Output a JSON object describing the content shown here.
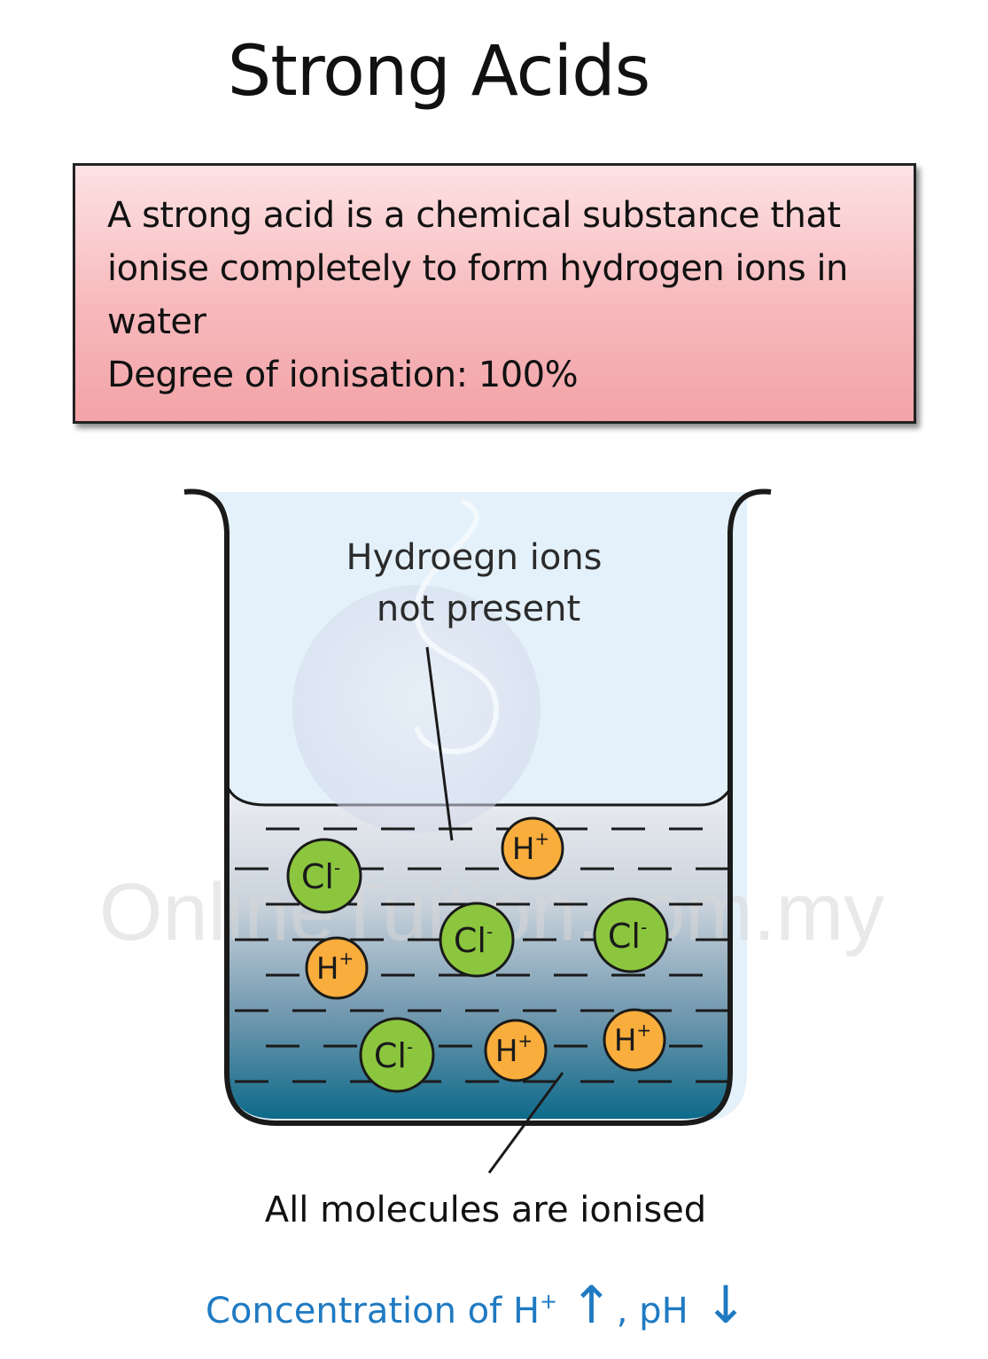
{
  "title": "Strong Acids",
  "definition": {
    "line1": "A strong acid is a chemical substance that",
    "line2": "ionise completely to form hydrogen ions in",
    "line3": "water",
    "degree": "Degree of ionisation: 100%"
  },
  "watermark": "OnlineTuition.com.my",
  "labels": {
    "top_line1": "Hydroegn ions",
    "top_line2": "not present",
    "bottom": "All molecules are ionised"
  },
  "ions": {
    "chloride_symbol": "Cl",
    "chloride_charge": "-",
    "hydrogen_symbol": "H",
    "hydrogen_charge": "+"
  },
  "conclusion": {
    "text": "Concentration of H",
    "charge": "+",
    "up_arrow": "↑",
    "separator": ", pH",
    "down_arrow": "↓"
  },
  "colors": {
    "chloride": "#8cc63f",
    "hydrogen": "#f9ad3c",
    "conclusion": "#1f7ac2",
    "solution_top": "#e4e8ed",
    "solution_bottom": "#0f6b8c"
  }
}
